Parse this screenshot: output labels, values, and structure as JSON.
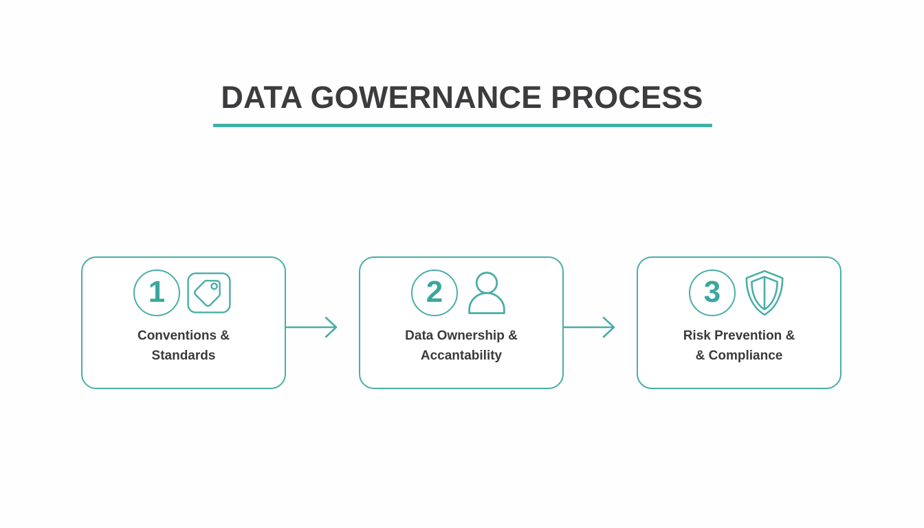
{
  "slide": {
    "background_color": "#ffffff",
    "accent_color": "#49aea6",
    "text_color": "#3a3a3c",
    "title": "DATA GOWERNANCE PROCESS"
  },
  "flow": {
    "steps": [
      {
        "number": "1",
        "icon": "tag-icon",
        "caption_line1": "Conventions &",
        "caption_line2": "Standards"
      },
      {
        "number": "2",
        "icon": "person-icon",
        "caption_line1": "Data Ownership &",
        "caption_line2": "Accantability"
      },
      {
        "number": "3",
        "icon": "shield-icon",
        "caption_line1": "Risk Prevention &",
        "caption_line2": "& Compliance"
      }
    ],
    "connectors": [
      {
        "name": "arrow-step1-to-step2",
        "direction": "right"
      },
      {
        "name": "arrow-step2-to-step3",
        "direction": "right"
      }
    ]
  }
}
